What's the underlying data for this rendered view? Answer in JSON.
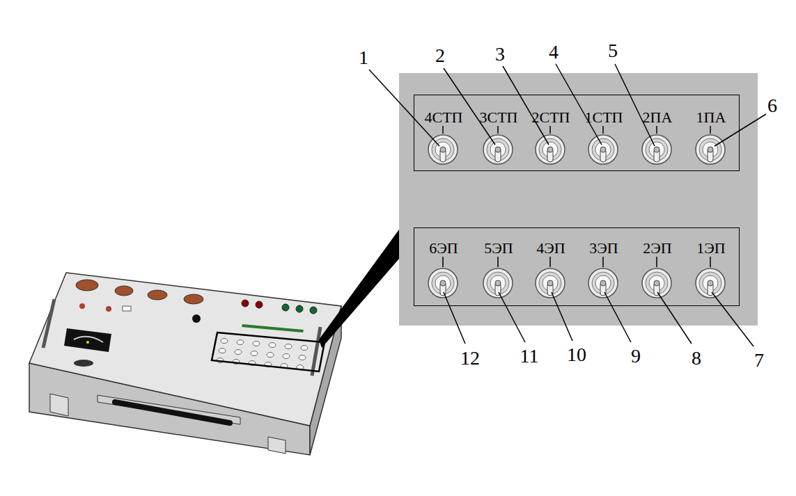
{
  "diagram": {
    "nodes": [
      {
        "text": [
          "4СТП",
          "3СТП",
          "2СТП",
          "1СТП",
          "2ПА",
          "1ПА"
        ]
      },
      {
        "text": [
          "6ЭП",
          "5ЭП",
          "4ЭП",
          "3ЭП",
          "2ЭП",
          "1ЭП"
        ]
      }
    ],
    "labels": [
      "1",
      "2",
      "3",
      "4",
      "5",
      "6",
      "7",
      "8",
      "9",
      "10",
      "11",
      "12"
    ]
  }
}
